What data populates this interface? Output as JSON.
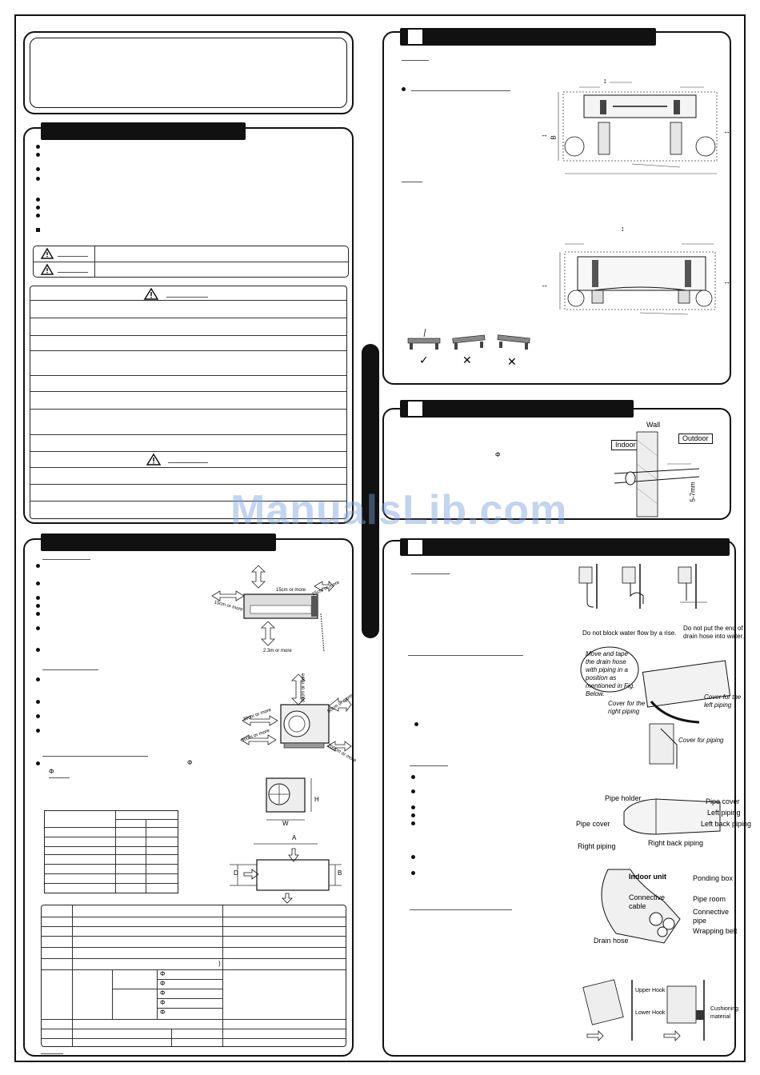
{
  "watermark": "ManualsLib.com",
  "symbols": {
    "phi": "Φ",
    "paren": ")",
    "up_down_arrow": "↕",
    "left_right_arrow": "↔"
  },
  "clearances": {
    "top": "15cm or more",
    "left": "15cm or more",
    "right": "15cm or more",
    "floor": "2.3m or more",
    "out_top": "30cm or more",
    "out_left": "30cm or more",
    "out_right": "50cm or more",
    "out_back": "30cm or more",
    "out_front": "200cm or more"
  },
  "outdoor_dims": {
    "w": "W",
    "h": "H",
    "a": "A",
    "b": "B",
    "d": "D"
  },
  "bracket_dims": {
    "b": "B"
  },
  "wall_hole": {
    "wall": "Wall",
    "indoor": "Indoor",
    "outdoor": "Outdoor",
    "slope": "5-7mm"
  },
  "drain_captions": {
    "no_rise": "Do not block water flow by a rise.",
    "no_water": "Do not put the end of drain hose into water.",
    "tape_note": "Move and tape the drain hose with piping in a position as mentioned in Fig. Below.",
    "cover_right": "Cover for the right piping",
    "cover_left": "Cover for the left piping",
    "cover_piping": "Cover for piping"
  },
  "piping_labels": {
    "pipe_holder": "Pipe holder",
    "pipe_cover_r": "Pipe cover",
    "left_piping": "Left piping",
    "left_back": "Left back piping",
    "pipe_cover_l": "Pipe cover",
    "right_piping": "Right piping",
    "right_back": "Right back piping"
  },
  "section_labels": {
    "indoor_unit": "Indoor unit",
    "ponding_box": "Ponding box",
    "connective_cable": "Connective cable",
    "pipe_room": "Pipe room",
    "connective_pipe": "Connective pipe",
    "drain_hose": "Drain hose",
    "wrapping_belt": "Wrapping belt"
  },
  "hook_labels": {
    "upper": "Upper Hook",
    "lower": "Lower Hook",
    "cushion": "Cushioning material"
  },
  "marks": {
    "check": "✓",
    "cross1": "✕",
    "cross2": "✕"
  }
}
